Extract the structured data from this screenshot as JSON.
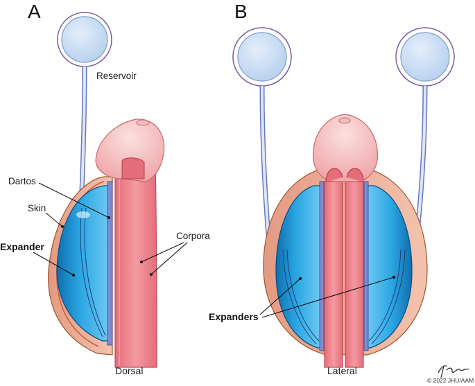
{
  "panels": {
    "a": {
      "letter": "A",
      "caption": "Dorsal",
      "labels": {
        "reservoir": "Reservoir",
        "dartos": "Dartos",
        "skin": "Skin",
        "expander": "Expander",
        "corpora": "Corpora"
      }
    },
    "b": {
      "letter": "B",
      "caption": "Lateral",
      "labels": {
        "expanders": "Expanders"
      }
    }
  },
  "credit": "© 2022 JHU/AAM",
  "colors": {
    "reservoir_fill": "#c9def3",
    "reservoir_outline": "#7a5a9c",
    "expander_blue": "#29a3e0",
    "corpora_pink": "#f08a93",
    "glans_pink": "#f7c4c4",
    "skin_tan": "#e8a58c",
    "tube_blue": "#c8dcf5"
  }
}
